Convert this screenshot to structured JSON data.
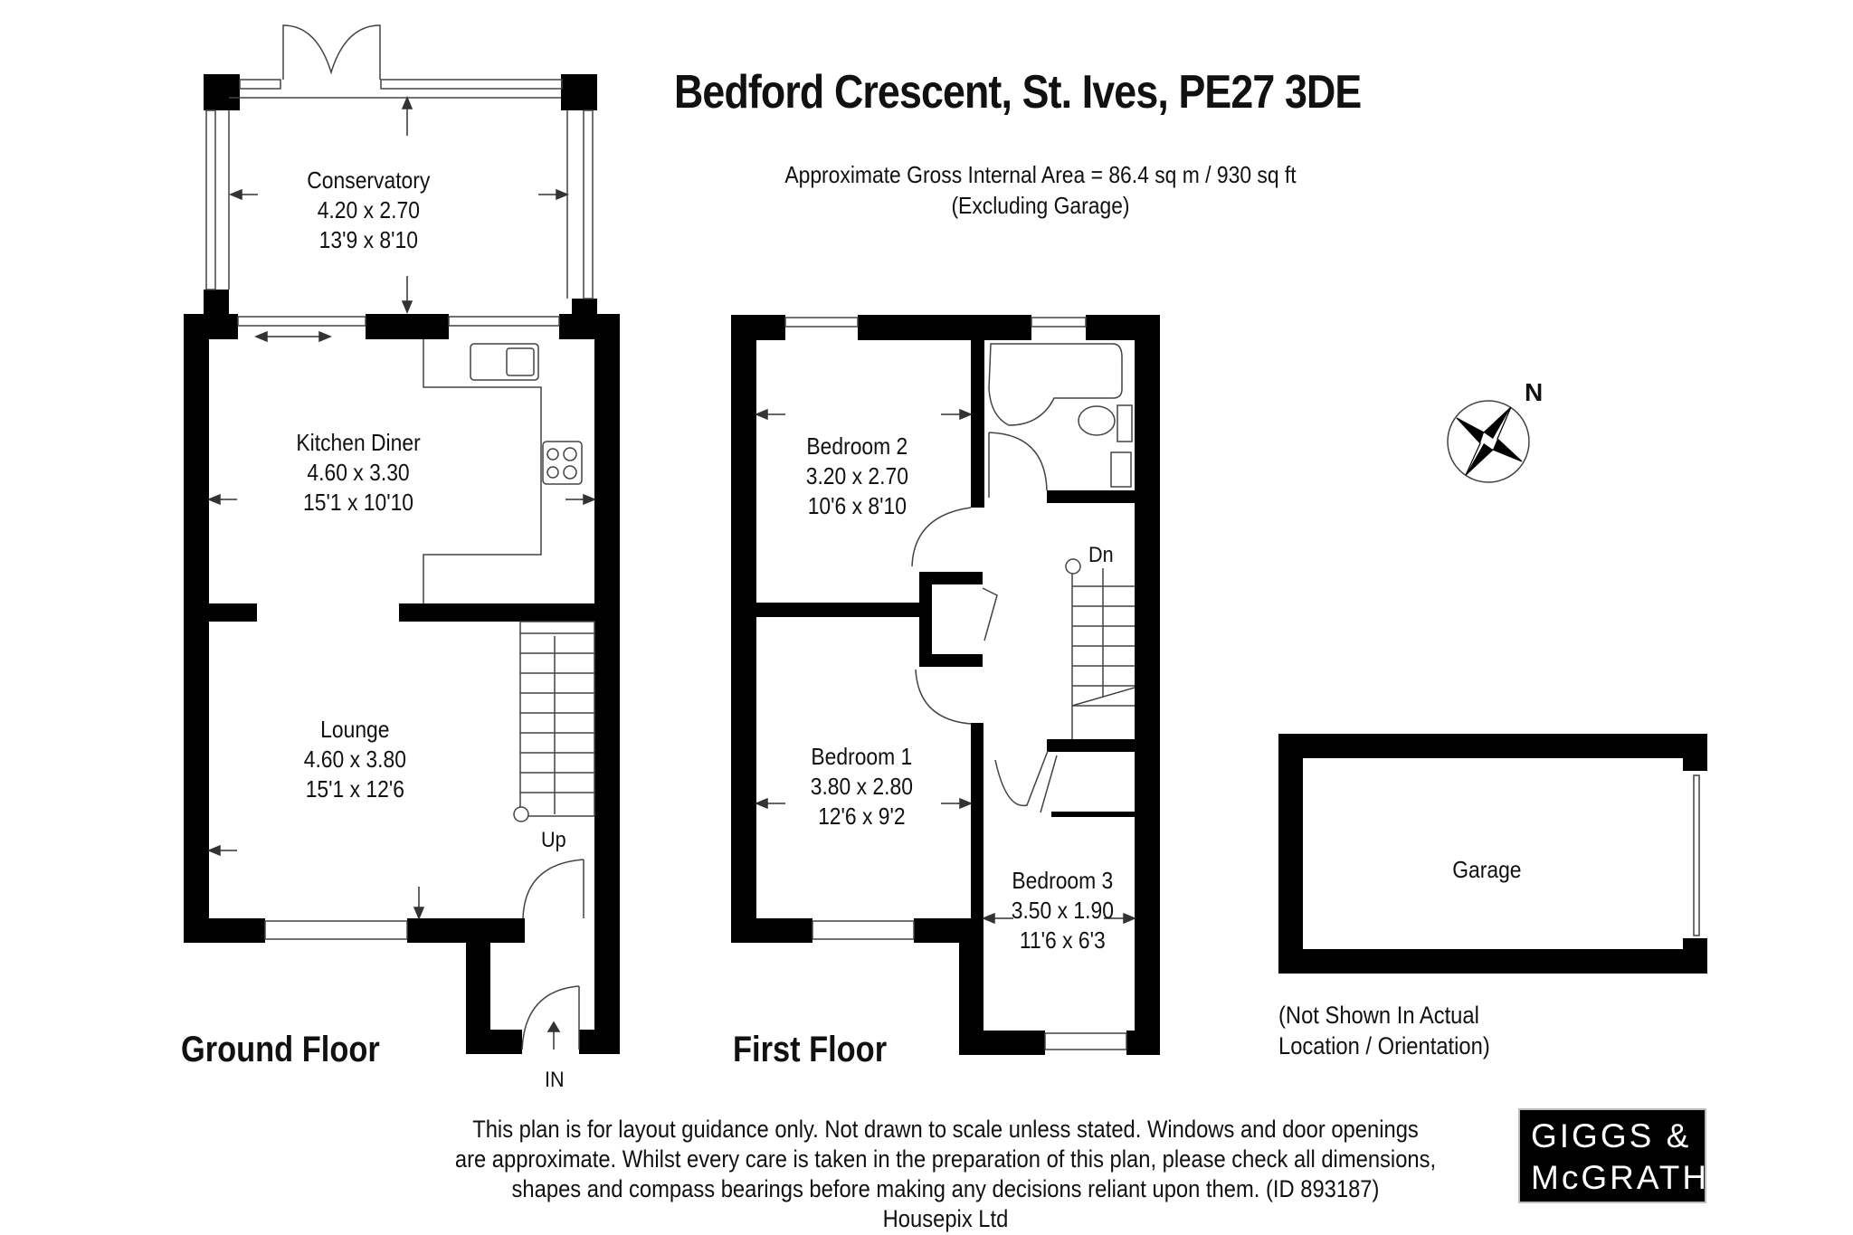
{
  "header": {
    "title": "Bedford Crescent, St. Ives, PE27 3DE",
    "area_line": "Approximate Gross Internal Area = 86.4 sq m / 930 sq ft",
    "area_note": "(Excluding Garage)"
  },
  "ground_floor": {
    "label": "Ground Floor",
    "rooms": [
      {
        "name": "Conservatory",
        "metric": "4.20 x 2.70",
        "imperial": "13'9 x 8'10"
      },
      {
        "name": "Kitchen Diner",
        "metric": "4.60 x 3.30",
        "imperial": "15'1 x 10'10"
      },
      {
        "name": "Lounge",
        "metric": "4.60 x 3.80",
        "imperial": "15'1 x 12'6"
      }
    ],
    "stairs_label": "Up",
    "entrance_label": "IN"
  },
  "first_floor": {
    "label": "First Floor",
    "rooms": [
      {
        "name": "Bedroom 2",
        "metric": "3.20 x 2.70",
        "imperial": "10'6 x 8'10"
      },
      {
        "name": "Bedroom 1",
        "metric": "3.80 x 2.80",
        "imperial": "12'6 x 9'2"
      },
      {
        "name": "Bedroom 3",
        "metric": "3.50 x 1.90",
        "imperial": "11'6 x 6'3"
      }
    ],
    "stairs_label": "Dn"
  },
  "garage": {
    "name": "Garage",
    "note_line1": "(Not Shown In Actual",
    "note_line2": "Location / Orientation)"
  },
  "compass": {
    "label": "N"
  },
  "footer": {
    "line1": "This plan is for layout guidance only. Not drawn to scale unless stated. Windows and door openings",
    "line2": "are approximate. Whilst every care is taken in the preparation of this plan, please check all dimensions,",
    "line3": "shapes and compass bearings before making any decisions reliant upon them. (ID 893187)",
    "line4": "Housepix Ltd"
  },
  "logo": {
    "line1": "GIGGS &",
    "line2": "McGRATH"
  },
  "colors": {
    "wall": "#000000",
    "line": "#555555",
    "background": "#ffffff"
  }
}
